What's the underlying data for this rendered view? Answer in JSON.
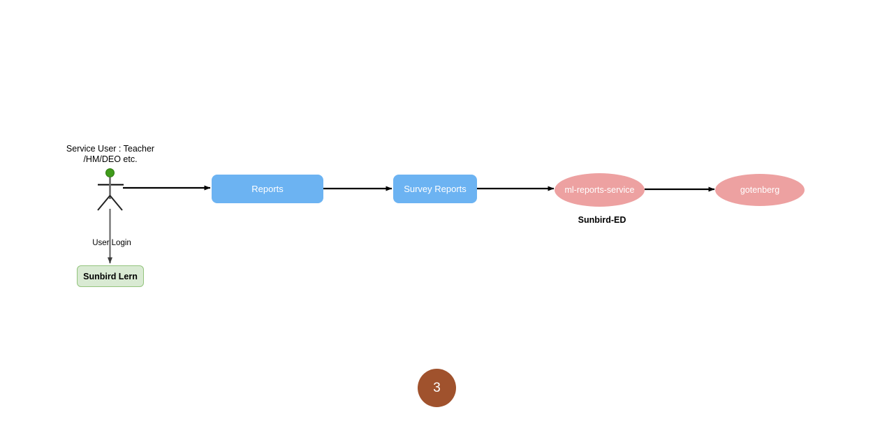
{
  "diagram": {
    "title_text": "",
    "actor": {
      "label": "Service User : Teacher\n/HM/DEO etc.",
      "icon_name": "actor-stick-figure",
      "head_color": "#3f9b1a"
    },
    "nodes": [
      {
        "id": "reports",
        "label": "Reports",
        "shape": "rounded-rect",
        "color": "#6cb3f2"
      },
      {
        "id": "survey",
        "label": "Survey Reports",
        "shape": "rounded-rect",
        "color": "#6cb3f2"
      },
      {
        "id": "ml",
        "label": "ml-reports-service",
        "shape": "ellipse",
        "color": "#eda1a1"
      },
      {
        "id": "gotenberg",
        "label": "gotenberg",
        "shape": "ellipse",
        "color": "#eda1a1"
      },
      {
        "id": "lern",
        "label": "Sunbird Lern",
        "shape": "rounded-rect",
        "color": "#d9ead3"
      }
    ],
    "group_labels": [
      {
        "id": "sunbird-ed",
        "label": "Sunbird-ED"
      }
    ],
    "edge_labels": [
      {
        "id": "user-login",
        "label": "User Login"
      }
    ],
    "edges": [
      {
        "from": "actor",
        "to": "reports",
        "label": ""
      },
      {
        "from": "reports",
        "to": "survey",
        "label": ""
      },
      {
        "from": "survey",
        "to": "ml",
        "label": ""
      },
      {
        "from": "ml",
        "to": "gotenberg",
        "label": ""
      },
      {
        "from": "actor",
        "to": "lern",
        "label": "User Login"
      }
    ],
    "page_badge": {
      "number": "3",
      "color": "#a0522d"
    }
  }
}
